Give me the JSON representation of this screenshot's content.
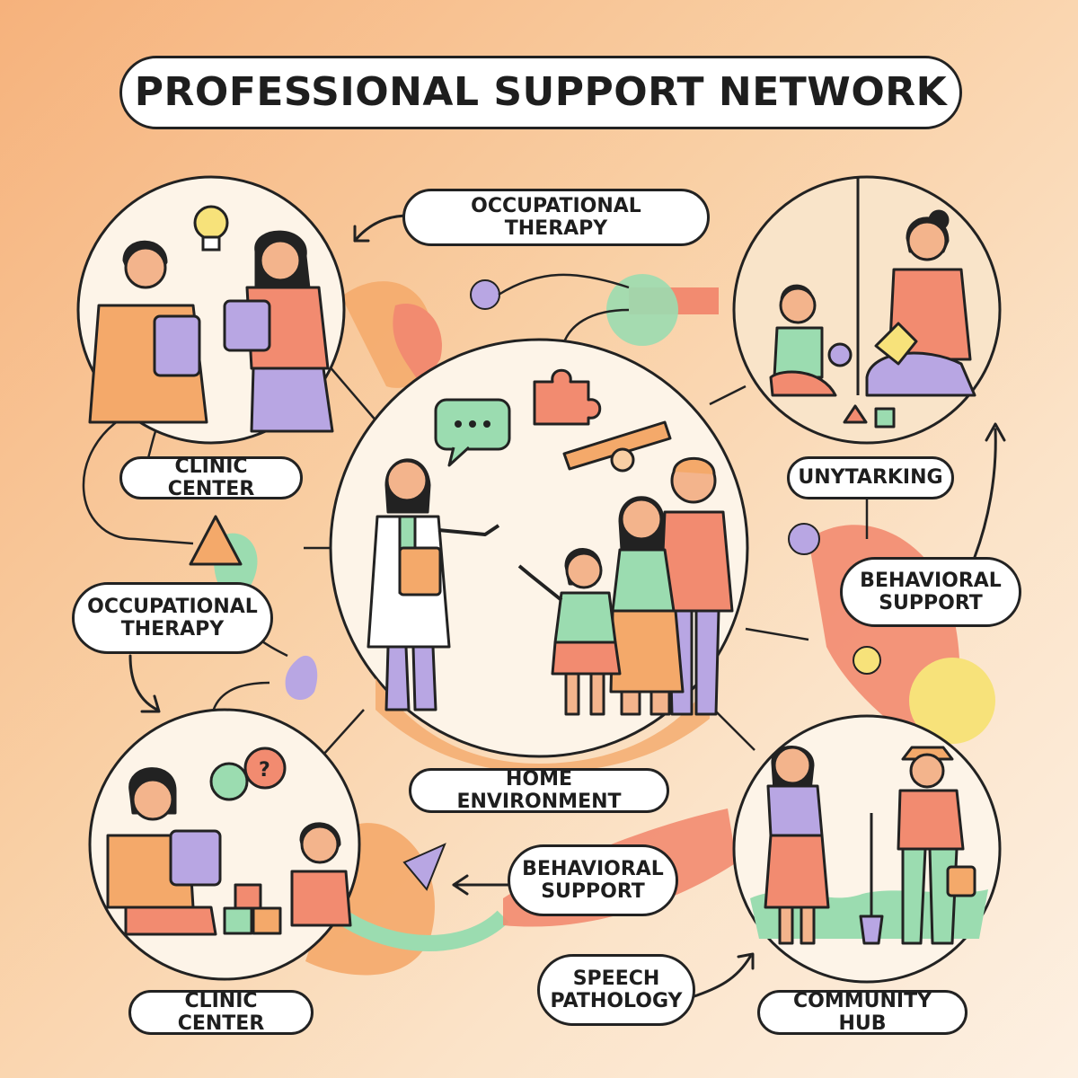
{
  "title": "PROFESSIONAL SUPPORT NETWORK",
  "labels": {
    "occupational_therapy_top": "OCCUPATIONAL THERAPY",
    "clinic_center_top": "CLINIC CENTER",
    "unytarking": "UNYTARKING",
    "occupational_therapy_left": "OCCUPATIONAL\nTHERAPY",
    "behavioral_support_right": "BEHAVIORAL\nSUPPORT",
    "home_environment": "HOME ENVIRONMENT",
    "behavioral_support_bottom": "BEHAVIORAL\nSUPPORT",
    "speech_pathology": "SPEECH\nPATHOLOGY",
    "clinic_center_bottom": "CLINIC CENTER",
    "community_hub": "COMMUNITY HUB"
  },
  "palette": {
    "outline": "#222222",
    "coral": "#f28b70",
    "orange": "#f4a96a",
    "mint": "#9bdcb0",
    "lavender": "#b8a6e3",
    "yellow": "#f7e27a",
    "skin": "#f3b48c",
    "cream": "#fbe6cc"
  },
  "icons": [
    "lightbulb-icon",
    "speech-bubble-icon",
    "puzzle-piece-icon",
    "question-bubble-icon",
    "arrow-icon"
  ]
}
